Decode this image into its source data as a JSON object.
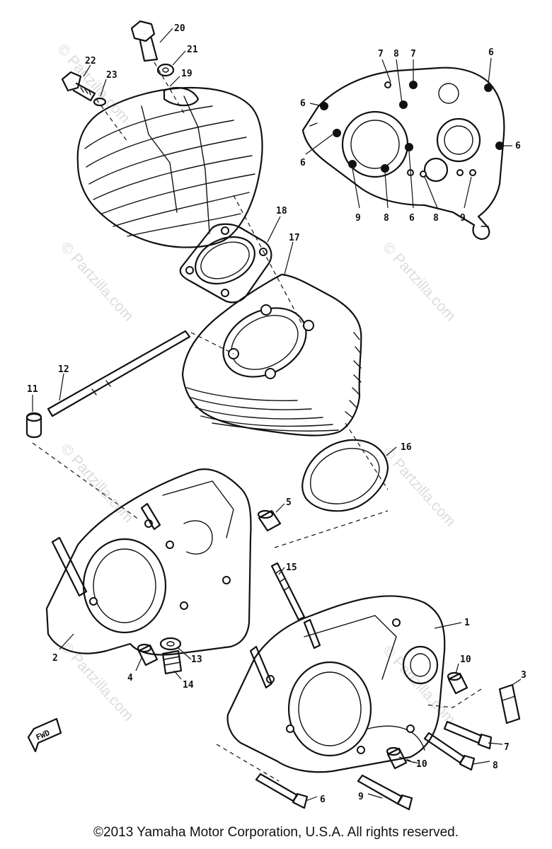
{
  "callouts": [
    "1",
    "2",
    "3",
    "4",
    "5",
    "6",
    "7",
    "8",
    "9",
    "10",
    "11",
    "12",
    "13",
    "14",
    "15",
    "16",
    "17",
    "18",
    "19",
    "20",
    "21",
    "22",
    "23"
  ],
  "watermark": "© Partzilla.com",
  "direction_tag": "FWD",
  "copyright": "©2013 Yamaha Motor Corporation, U.S.A. All rights reserved."
}
